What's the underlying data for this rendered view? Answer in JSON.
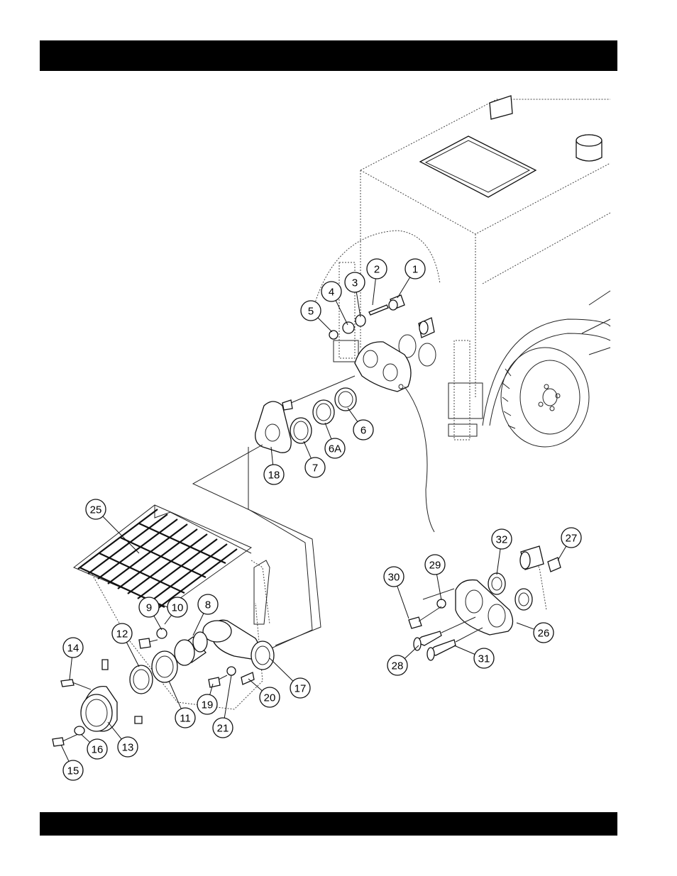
{
  "callouts": [
    {
      "label": "1"
    },
    {
      "label": "2"
    },
    {
      "label": "3"
    },
    {
      "label": "4"
    },
    {
      "label": "5"
    },
    {
      "label": "6"
    },
    {
      "label": "6A"
    },
    {
      "label": "7"
    },
    {
      "label": "18"
    },
    {
      "label": "25"
    },
    {
      "label": "9"
    },
    {
      "label": "10"
    },
    {
      "label": "8"
    },
    {
      "label": "12"
    },
    {
      "label": "14"
    },
    {
      "label": "11"
    },
    {
      "label": "13"
    },
    {
      "label": "16"
    },
    {
      "label": "15"
    },
    {
      "label": "19"
    },
    {
      "label": "21"
    },
    {
      "label": "20"
    },
    {
      "label": "17"
    },
    {
      "label": "30"
    },
    {
      "label": "29"
    },
    {
      "label": "32"
    },
    {
      "label": "27"
    },
    {
      "label": "26"
    },
    {
      "label": "28"
    },
    {
      "label": "31"
    }
  ]
}
